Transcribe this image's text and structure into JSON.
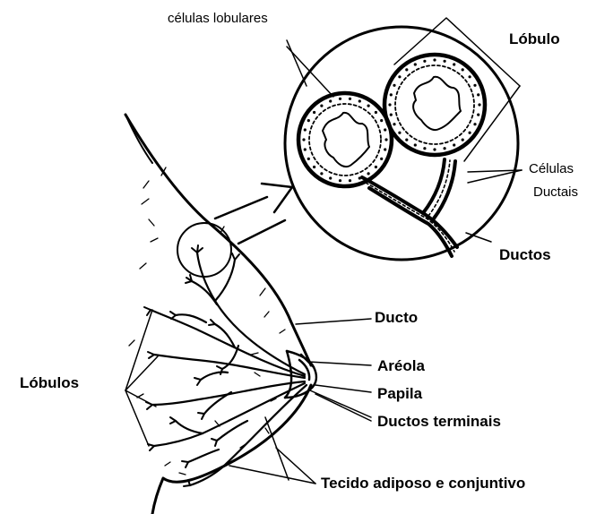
{
  "labels": {
    "celulas_lobulares": "células lobulares",
    "lobulo": "Lóbulo",
    "celulas": "Células",
    "ductais": "Ductais",
    "ductos": "Ductos",
    "ducto": "Ducto",
    "lobulos": "Lóbulos",
    "areola": "Aréola",
    "papila": "Papila",
    "ductos_terminais": "Ductos terminais",
    "tecido": "Tecido adiposo e conjuntivo"
  }
}
